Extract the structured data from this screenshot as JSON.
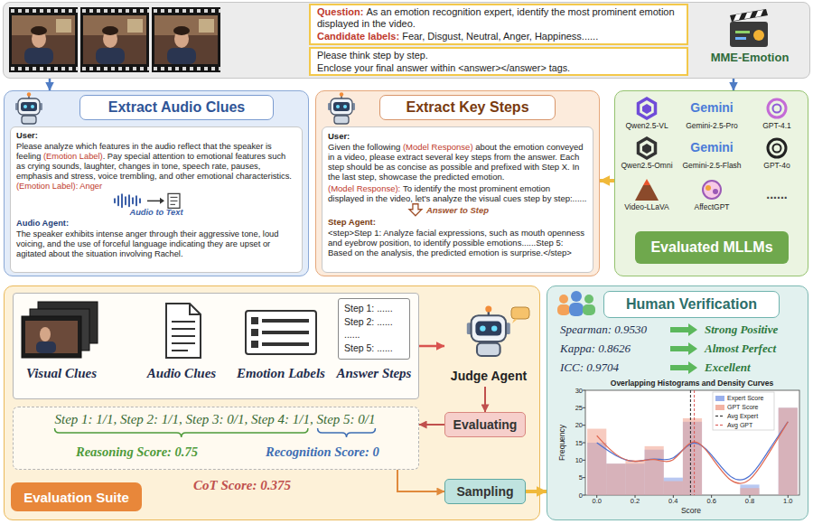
{
  "diagram": {
    "nodes": [
      {
        "text": [
          "MME-Emotion"
        ]
      },
      {
        "text": [
          "Question:",
          "As an emotion recognition expert, identify the most prominent emotion displayed in the video.",
          "Candidate labels:",
          "Fear, Disgust, Neutral, Anger, Happiness......"
        ],
        "in": 0
      },
      {
        "text": [
          "Please think step by step.",
          "Enclose your final answer within <answer></answer> tags."
        ],
        "in": 0
      },
      {
        "text": [
          "Extract Audio Clues"
        ]
      },
      {
        "text": [
          "User:",
          "Please analyze which features in the audio reflect that the speaker is feeling",
          "(Emotion Label)",
          ". Pay special attention to emotional features such as crying sounds, laughter, changes in tone, speech rate, pauses, emphasis and stress, voice trembling, and other emotional characteristics.",
          "(Emotion Label): Anger",
          "Audio to Text",
          "Audio Agent:",
          "The speaker exhibits intense anger through their aggressive tone, loud voicing, and the use of forceful language indicating they are upset or agitated about the situation involving Rachel."
        ],
        "in": 3
      },
      {
        "text": [
          "Extract Key Steps"
        ]
      },
      {
        "text": [
          "User:",
          "Given the following",
          "(Model Response)",
          "about the emotion conveyed in a video, please extract several key steps from the answer. Each step should be as concise as possible and prefixed with Step X. In the last step, showcase the predicted emotion.",
          "(Model Response):",
          "To identify the most prominent emotion displayed in the video, let's analyze the visual cues step by step:......",
          "Answer to Step",
          "Step Agent:",
          "<step>Step 1: Analyze facial expressions, such as mouth openness and eyebrow position, to identify possible emotions......Step 5: Based on the analysis, the predicted emotion is surprise.</step>"
        ],
        "in": 5
      },
      {
        "text": [
          "Qwen2.5-VL",
          "Gemini",
          "Gemini-2.5-Pro",
          "GPT-4.1",
          "Qwen2.5-Omni",
          "Gemini",
          "Gemini-2.5-Flash",
          "GPT-4o",
          "Video-LLaVA",
          "AffectGPT",
          "......"
        ]
      },
      {
        "text": [
          "Evaluated MLLMs"
        ],
        "in": 7
      },
      {
        "text": [
          "Evaluation Suite"
        ]
      },
      {
        "text": [
          "Visual Clues",
          "Audio Clues",
          "Emotion Labels"
        ],
        "in": 9
      },
      {
        "text": [
          "Step 1: ......",
          "Step 2: ......",
          "......",
          "Step 5: ......",
          "Answer Steps"
        ],
        "in": 10
      },
      {
        "text": [
          "Judge Agent"
        ],
        "in": 9
      },
      {
        "text": [
          "Step 1: 1/1, Step 2: 1/1, Step 3: 0/1, Step 4: 1/1, Step 5: 0/1",
          "Reasoning Score: 0.75",
          "Recognition Score: 0",
          "CoT Score: 0.375"
        ],
        "in": 9
      },
      {
        "text": [
          "Evaluating"
        ],
        "in": 9
      },
      {
        "text": [
          "Sampling"
        ],
        "in": 9
      },
      {
        "text": [
          "Human Verification"
        ]
      }
    ],
    "edges": [
      {
        "from": 0,
        "to": 3,
        "arrow": "to"
      },
      {
        "from": 0,
        "to": 7,
        "arrow": "to"
      },
      {
        "from": 7,
        "to": 5,
        "arrow": "to"
      },
      {
        "from": 10,
        "to": 12,
        "arrow": "to"
      },
      {
        "from": 12,
        "to": 14,
        "arrow": "to"
      },
      {
        "from": 14,
        "to": 13,
        "arrow": "to"
      },
      {
        "from": 13,
        "to": 15,
        "arrow": "to"
      },
      {
        "from": 15,
        "to": 16,
        "arrow": "to"
      }
    ],
    "labels": [
      "Spearman: 0.9530",
      "Strong Positive",
      "Kappa: 0.8626",
      "Almost Perfect",
      "ICC: 0.9704",
      "Excellent",
      "Overlapping Histograms and Density Curves",
      "Frequency",
      "Score",
      "0",
      "5",
      "10",
      "15",
      "20",
      "25",
      "30",
      "0.0",
      "0.2",
      "0.4",
      "0.6",
      "0.8",
      "1.0"
    ],
    "legend": [
      {
        "text": "Expert Score",
        "color": "#7f9be6"
      },
      {
        "text": "GPT Score",
        "color": "#f0a08c"
      },
      {
        "text": "Avg Expert"
      },
      {
        "text": "Avg GPT"
      }
    ]
  }
}
